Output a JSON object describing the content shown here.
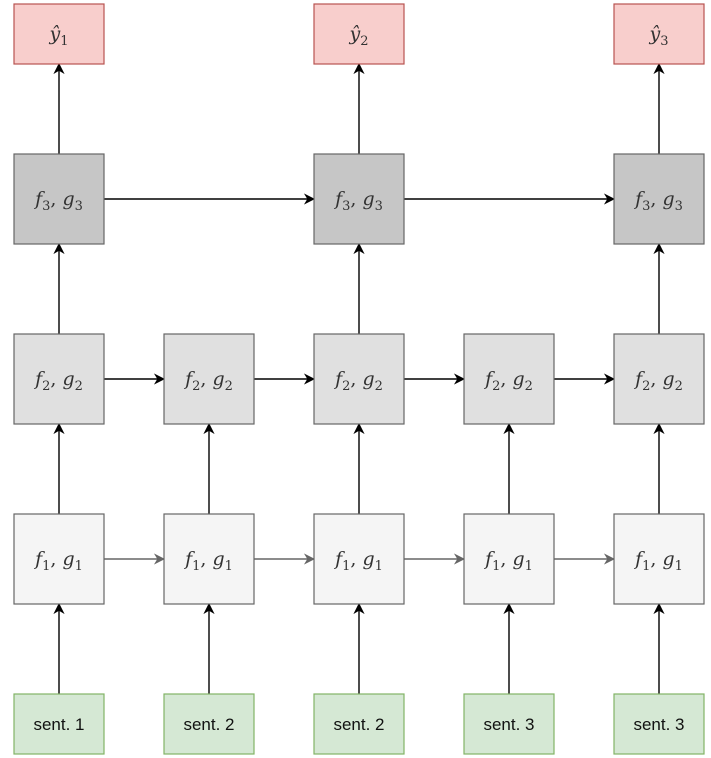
{
  "colors": {
    "output_fill": "#f8cecc",
    "output_stroke": "#b85450",
    "layer3_fill": "#c6c6c6",
    "layer2_fill": "#e0e0e0",
    "layer1_fill": "#f5f5f5",
    "node_stroke": "#666666",
    "input_fill": "#d5e8d4",
    "input_stroke": "#82b366",
    "edge_dark": "#000000",
    "edge_light": "#666666",
    "text": "#333333"
  },
  "outputs": [
    {
      "base": "ŷ",
      "sub": "1"
    },
    {
      "base": "ŷ",
      "sub": "2"
    },
    {
      "base": "ŷ",
      "sub": "3"
    }
  ],
  "layer3": [
    {
      "f": "f",
      "fsub": "3",
      "g": "g",
      "gsub": "3"
    },
    {
      "f": "f",
      "fsub": "3",
      "g": "g",
      "gsub": "3"
    },
    {
      "f": "f",
      "fsub": "3",
      "g": "g",
      "gsub": "3"
    }
  ],
  "layer2": [
    {
      "f": "f",
      "fsub": "2",
      "g": "g",
      "gsub": "2"
    },
    {
      "f": "f",
      "fsub": "2",
      "g": "g",
      "gsub": "2"
    },
    {
      "f": "f",
      "fsub": "2",
      "g": "g",
      "gsub": "2"
    },
    {
      "f": "f",
      "fsub": "2",
      "g": "g",
      "gsub": "2"
    },
    {
      "f": "f",
      "fsub": "2",
      "g": "g",
      "gsub": "2"
    }
  ],
  "layer1": [
    {
      "f": "f",
      "fsub": "1",
      "g": "g",
      "gsub": "1"
    },
    {
      "f": "f",
      "fsub": "1",
      "g": "g",
      "gsub": "1"
    },
    {
      "f": "f",
      "fsub": "1",
      "g": "g",
      "gsub": "1"
    },
    {
      "f": "f",
      "fsub": "1",
      "g": "g",
      "gsub": "1"
    },
    {
      "f": "f",
      "fsub": "1",
      "g": "g",
      "gsub": "1"
    }
  ],
  "inputs": [
    "sent. 1",
    "sent. 2",
    "sent. 2",
    "sent. 3",
    "sent. 3"
  ]
}
